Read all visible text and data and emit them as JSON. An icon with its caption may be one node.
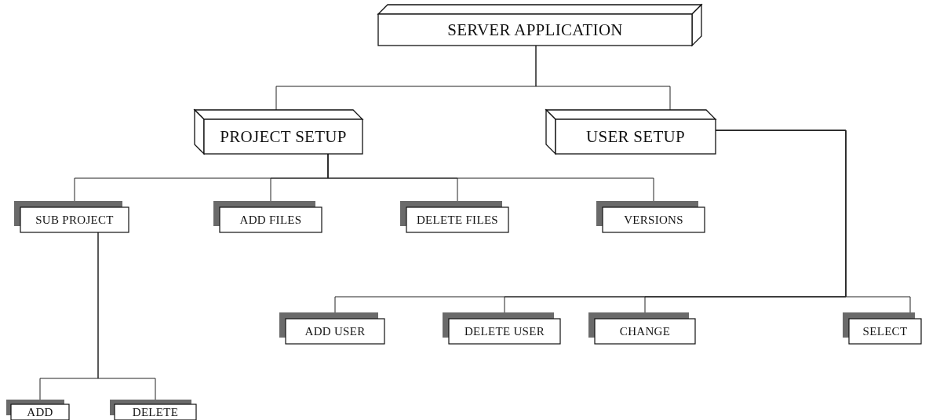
{
  "diagram": {
    "nodes": [
      {
        "text": [
          "SERVER APPLICATION"
        ]
      },
      {
        "text": [
          "PROJECT SETUP"
        ]
      },
      {
        "text": [
          "USER SETUP"
        ]
      },
      {
        "text": [
          "SUB PROJECT"
        ]
      },
      {
        "text": [
          "ADD FILES"
        ]
      },
      {
        "text": [
          "DELETE FILES"
        ]
      },
      {
        "text": [
          "VERSIONS"
        ]
      },
      {
        "text": [
          "ADD USER"
        ]
      },
      {
        "text": [
          "DELETE USER"
        ]
      },
      {
        "text": [
          "CHANGE"
        ]
      },
      {
        "text": [
          "SELECT"
        ]
      },
      {
        "text": [
          "ADD"
        ]
      },
      {
        "text": [
          "DELETE"
        ]
      }
    ],
    "edges": [
      {
        "from": 0,
        "to": 1,
        "arrow": "none"
      },
      {
        "from": 0,
        "to": 2,
        "arrow": "none"
      },
      {
        "from": 1,
        "to": 3,
        "arrow": "none"
      },
      {
        "from": 1,
        "to": 4,
        "arrow": "none"
      },
      {
        "from": 1,
        "to": 5,
        "arrow": "none"
      },
      {
        "from": 1,
        "to": 6,
        "arrow": "none"
      },
      {
        "from": 2,
        "to": 7,
        "arrow": "none"
      },
      {
        "from": 2,
        "to": 8,
        "arrow": "none"
      },
      {
        "from": 2,
        "to": 9,
        "arrow": "none"
      },
      {
        "from": 2,
        "to": 10,
        "arrow": "none"
      },
      {
        "from": 3,
        "to": 11,
        "arrow": "none"
      },
      {
        "from": 3,
        "to": 12,
        "arrow": "none"
      }
    ]
  }
}
